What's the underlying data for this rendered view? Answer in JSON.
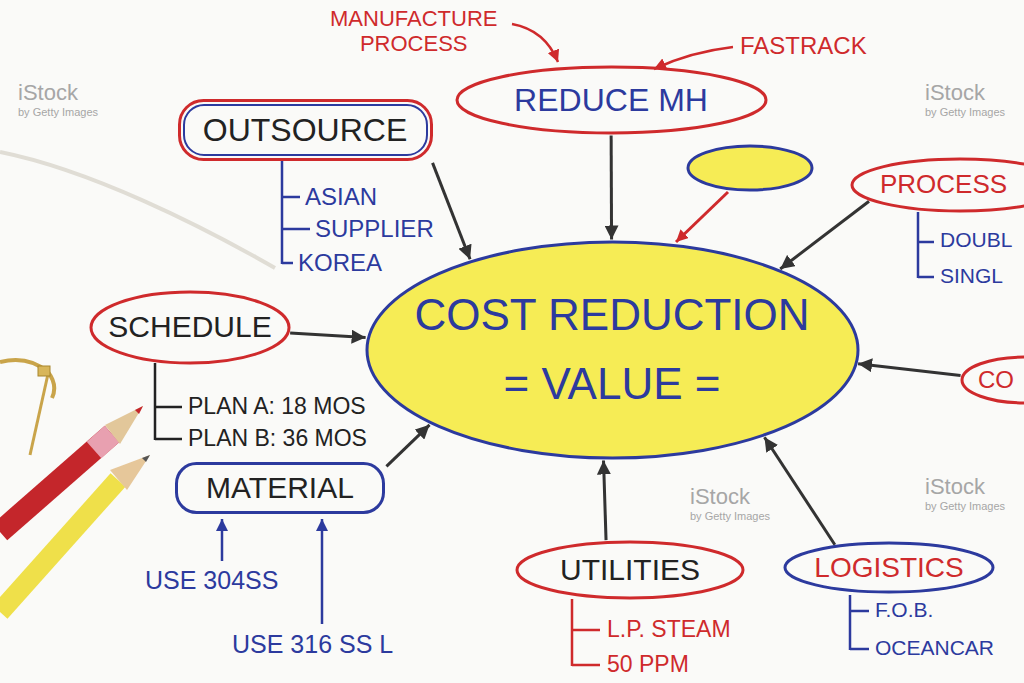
{
  "diagram": {
    "nodes": [
      {
        "text": [
          "REDUCE MH"
        ]
      },
      {
        "text": [
          "OUTSOURCE"
        ]
      },
      {
        "text": [
          "PROCESS"
        ]
      },
      {
        "text": [
          "SCHEDULE"
        ]
      },
      {
        "text": [
          "COST REDUCTION",
          "= VALUE ="
        ]
      },
      {
        "text": [
          "CO"
        ]
      },
      {
        "text": [
          "MATERIAL"
        ]
      },
      {
        "text": [
          "UTILITIES"
        ]
      },
      {
        "text": [
          "LOGISTICS"
        ]
      }
    ],
    "edges": [
      {
        "from": 0,
        "to": 4,
        "arrow": "to"
      },
      {
        "from": 1,
        "to": 4,
        "arrow": "to"
      },
      {
        "from": 2,
        "to": 4,
        "arrow": "to"
      },
      {
        "from": 3,
        "to": 4,
        "arrow": "to"
      },
      {
        "from": 5,
        "to": 4,
        "arrow": "to"
      },
      {
        "from": 6,
        "to": 4,
        "arrow": "to"
      },
      {
        "from": 7,
        "to": 4,
        "arrow": "to"
      },
      {
        "from": 8,
        "to": 4,
        "arrow": "to"
      }
    ],
    "labels": [
      "MANUFACTURE PROCESS",
      "FASTRACK",
      "ASIAN",
      "SUPPLIER",
      "KOREA",
      "DOUBL",
      "SINGL",
      "PLAN A: 18 MOS",
      "PLAN B: 36 MOS",
      "USE 304SS",
      "USE 316 SS L",
      "L.P. STEAM",
      "50 PPM",
      "F.O.B.",
      "OCEANCAR",
      "iStock",
      "by Getty Images",
      "iStock",
      "by Getty Images",
      "iStock",
      "by Getty Images",
      "iStock",
      "by Getty Images"
    ]
  }
}
